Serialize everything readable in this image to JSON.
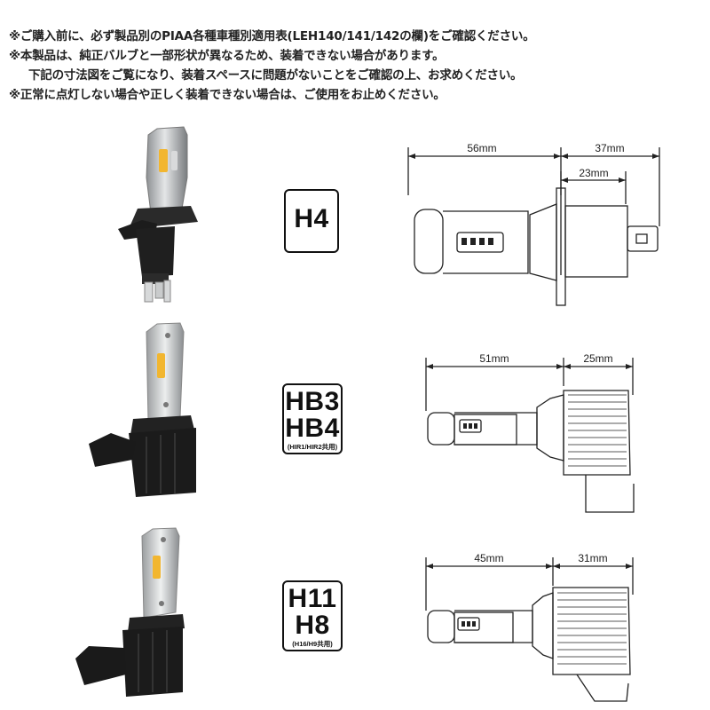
{
  "notes": [
    "※ご購入前に、必ず製品別のPIAA各種車種別適用表(LEH140/141/142の欄)をご確認ください。",
    "※本製品は、純正バルブと一部形状が異なるため、装着できない場合があります。",
    "下記の寸法図をご覧になり、装着スペースに問題がないことをご確認の上、お求めください。",
    "※正常に点灯しない場合や正しく装着できない場合は、ご使用をお止めください。"
  ],
  "products": [
    {
      "badge": [
        "H4"
      ],
      "badge_sub": "",
      "dims": {
        "total": "56mm",
        "right": "37mm",
        "inner": "23mm"
      }
    },
    {
      "badge": [
        "HB3",
        "HB4"
      ],
      "badge_sub": "(HIR1/HIR2共用)",
      "dims": {
        "total": "51mm",
        "right": "25mm"
      }
    },
    {
      "badge": [
        "H11",
        "H8"
      ],
      "badge_sub": "(H16/H9共用)",
      "dims": {
        "total": "45mm",
        "right": "31mm"
      }
    }
  ],
  "colors": {
    "bulb_black": "#1c1c1c",
    "bulb_silver": "#c9cbcc",
    "led_yellow": "#f2b630",
    "line": "#222222"
  }
}
